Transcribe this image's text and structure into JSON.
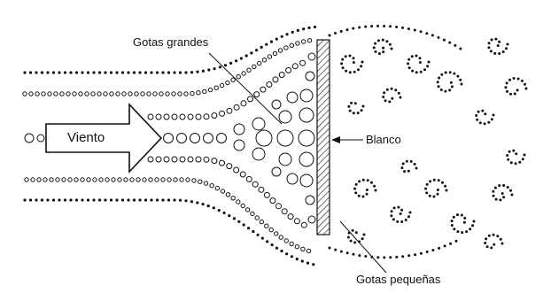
{
  "diagram": {
    "labels": {
      "wind": "Viento",
      "large_drops": "Gotas grandes",
      "target": "Blanco",
      "small_drops": "Gotas pequeñas"
    },
    "colors": {
      "ink": "#111111",
      "background": "#ffffff"
    }
  }
}
